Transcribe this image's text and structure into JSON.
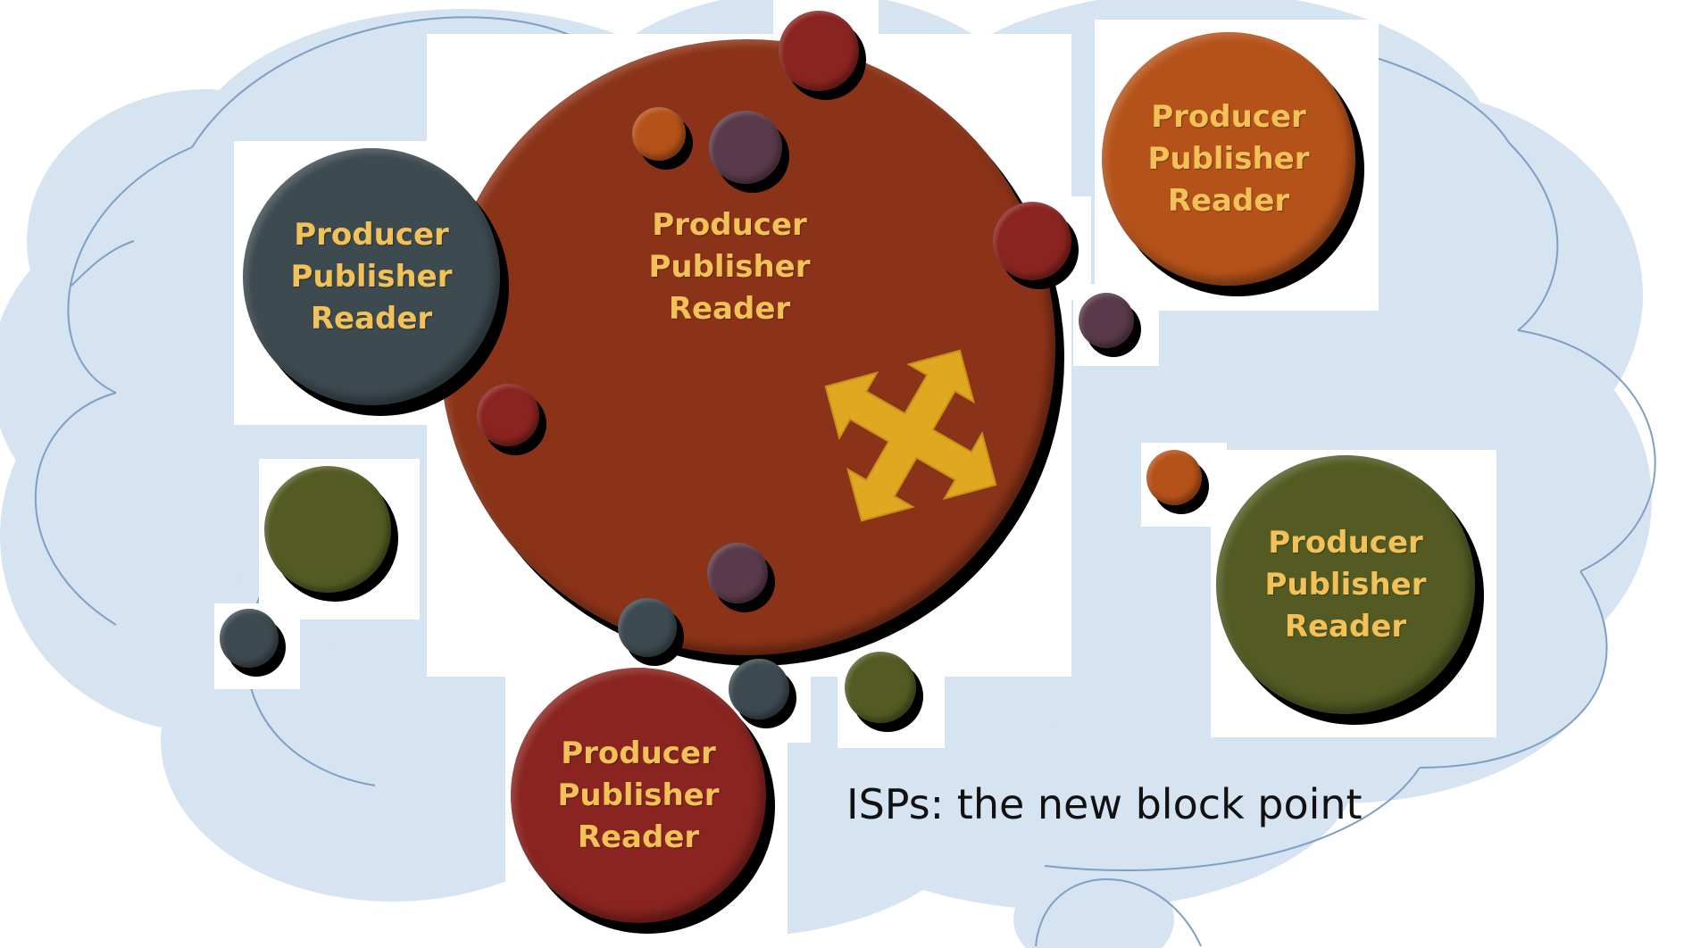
{
  "caption": "ISPs: the new block point",
  "node_lines": [
    "Producer",
    "Publisher",
    "Reader"
  ],
  "nodes": [
    {
      "name": "central-node",
      "color": "#8b3318"
    },
    {
      "name": "left-node",
      "color": "#3d4a50"
    },
    {
      "name": "top-right-node",
      "color": "#b5521a"
    },
    {
      "name": "right-node",
      "color": "#535b23"
    },
    {
      "name": "bottom-node",
      "color": "#8a2420"
    }
  ],
  "icons": [
    "cloud-icon",
    "expand-arrows-icon"
  ],
  "colors": {
    "label": "#f2c158",
    "cloud": "#d6e3f0",
    "cloud_stroke": "#7f9fc4",
    "arrow": "#e0a820"
  }
}
